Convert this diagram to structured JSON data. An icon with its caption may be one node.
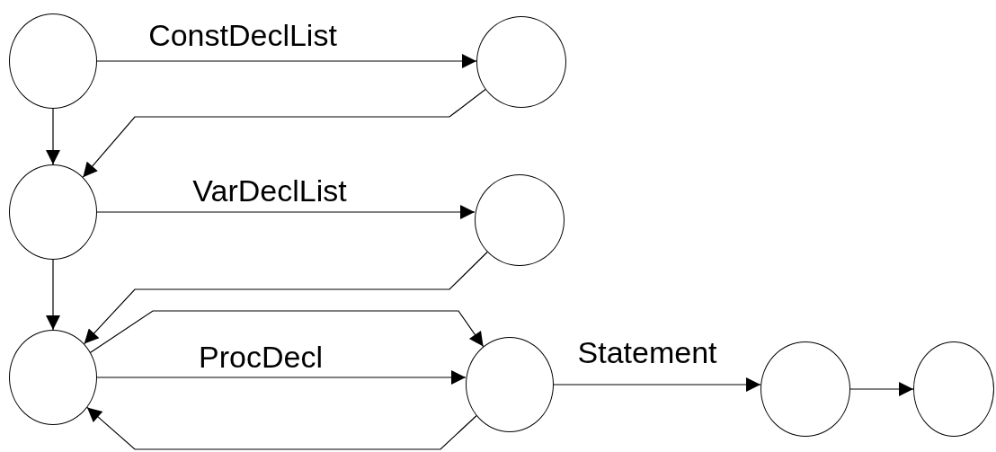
{
  "diagram": {
    "nodes": [
      {
        "text": [],
        "shape": "circle"
      },
      {
        "text": [],
        "shape": "circle"
      },
      {
        "text": [],
        "shape": "circle"
      },
      {
        "text": [],
        "shape": "circle"
      },
      {
        "text": [],
        "shape": "circle"
      },
      {
        "text": [],
        "shape": "circle"
      },
      {
        "text": [],
        "shape": "circle"
      },
      {
        "text": [],
        "shape": "circle"
      }
    ],
    "edges": [
      {
        "from": 0,
        "to": 1,
        "arrow": "to",
        "label": "ConstDeclList"
      },
      {
        "from": 0,
        "to": 2,
        "arrow": "to"
      },
      {
        "from": 1,
        "to": 2,
        "arrow": "to"
      },
      {
        "from": 2,
        "to": 3,
        "arrow": "to",
        "label": "VarDeclList"
      },
      {
        "from": 2,
        "to": 4,
        "arrow": "to"
      },
      {
        "from": 3,
        "to": 4,
        "arrow": "to"
      },
      {
        "from": 4,
        "to": 5,
        "arrow": "to",
        "label": "ProcDecl"
      },
      {
        "from": 4,
        "to": 5,
        "arrow": "to"
      },
      {
        "from": 5,
        "to": 4,
        "arrow": "to"
      },
      {
        "from": 5,
        "to": 6,
        "arrow": "to",
        "label": "Statement"
      },
      {
        "from": 6,
        "to": 7,
        "arrow": "to"
      }
    ]
  }
}
